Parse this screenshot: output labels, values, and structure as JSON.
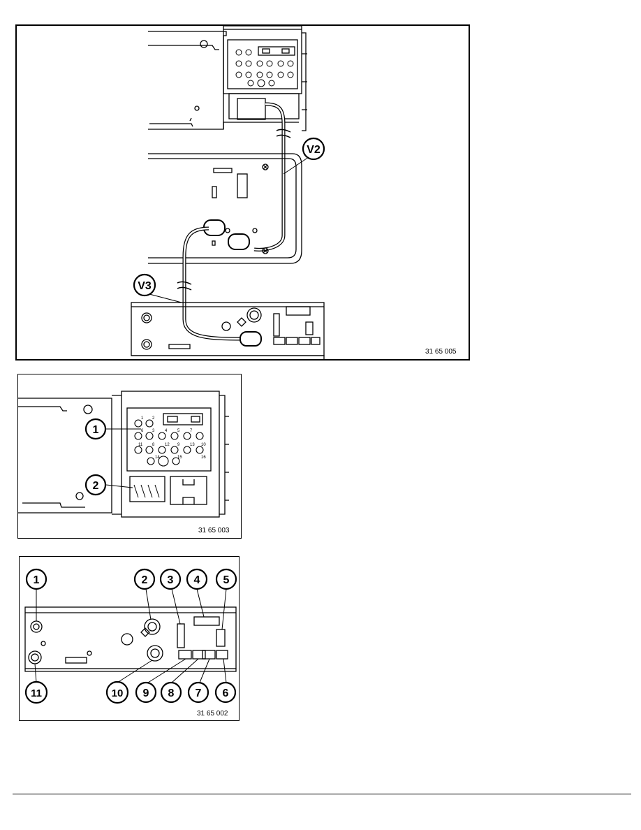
{
  "figures": [
    {
      "code": "31 65 005",
      "callouts": [
        "V2",
        "V3"
      ]
    },
    {
      "code": "31 65 003",
      "callouts": [
        "1",
        "2"
      ],
      "pin_numbers": [
        "1",
        "2",
        "3",
        "4",
        "5",
        "6",
        "7",
        "8",
        "9",
        "10",
        "11",
        "12",
        "13",
        "14",
        "15",
        "16"
      ]
    },
    {
      "code": "31 65 002",
      "callouts": [
        "1",
        "2",
        "3",
        "4",
        "5",
        "6",
        "7",
        "8",
        "9",
        "10",
        "11"
      ]
    }
  ]
}
